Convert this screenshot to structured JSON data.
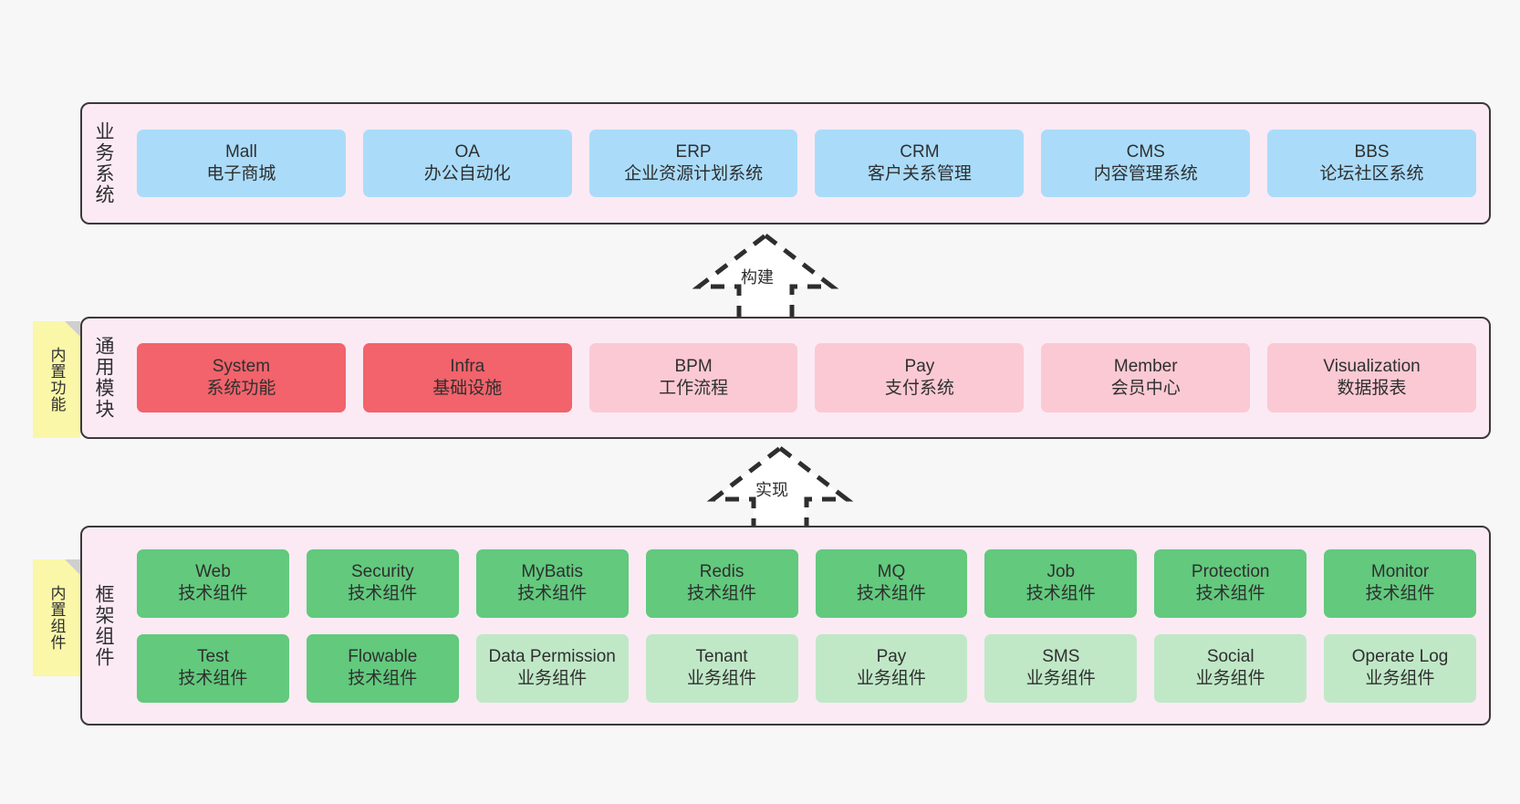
{
  "diagram": {
    "title": "Architecture layers diagram",
    "colors": {
      "layer_bg": "#fbeaf4",
      "layer_border": "#3a3a3a",
      "blue": "#aadcfa",
      "red": "#f2636b",
      "pink": "#fbc9d3",
      "green": "#62c97d",
      "light_green": "#c0e8c7",
      "note_yellow": "#faf7a8",
      "note_fold": "#cfcfcf",
      "canvas": "#f7f7f7"
    }
  },
  "layers": {
    "business": {
      "label": "业务系统",
      "nodes": [
        {
          "name": "Mall",
          "sub": "电子商城",
          "color": "blue"
        },
        {
          "name": "OA",
          "sub": "办公自动化",
          "color": "blue"
        },
        {
          "name": "ERP",
          "sub": "企业资源计划系统",
          "color": "blue"
        },
        {
          "name": "CRM",
          "sub": "客户关系管理",
          "color": "blue"
        },
        {
          "name": "CMS",
          "sub": "内容管理系统",
          "color": "blue"
        },
        {
          "name": "BBS",
          "sub": "论坛社区系统",
          "color": "blue"
        }
      ]
    },
    "modules": {
      "label": "通用模块",
      "note": "内置功能",
      "nodes": [
        {
          "name": "System",
          "sub": "系统功能",
          "color": "red"
        },
        {
          "name": "Infra",
          "sub": "基础设施",
          "color": "red"
        },
        {
          "name": "BPM",
          "sub": "工作流程",
          "color": "pink"
        },
        {
          "name": "Pay",
          "sub": "支付系统",
          "color": "pink"
        },
        {
          "name": "Member",
          "sub": "会员中心",
          "color": "pink"
        },
        {
          "name": "Visualization",
          "sub": "数据报表",
          "color": "pink"
        }
      ]
    },
    "framework": {
      "label": "框架组件",
      "note": "内置组件",
      "row1": [
        {
          "name": "Web",
          "sub": "技术组件",
          "color": "green"
        },
        {
          "name": "Security",
          "sub": "技术组件",
          "color": "green"
        },
        {
          "name": "MyBatis",
          "sub": "技术组件",
          "color": "green"
        },
        {
          "name": "Redis",
          "sub": "技术组件",
          "color": "green"
        },
        {
          "name": "MQ",
          "sub": "技术组件",
          "color": "green"
        },
        {
          "name": "Job",
          "sub": "技术组件",
          "color": "green"
        },
        {
          "name": "Protection",
          "sub": "技术组件",
          "color": "green"
        },
        {
          "name": "Monitor",
          "sub": "技术组件",
          "color": "green"
        }
      ],
      "row2": [
        {
          "name": "Test",
          "sub": "技术组件",
          "color": "green"
        },
        {
          "name": "Flowable",
          "sub": "技术组件",
          "color": "green"
        },
        {
          "name": "Data Permission",
          "sub": "业务组件",
          "color": "light_green"
        },
        {
          "name": "Tenant",
          "sub": "业务组件",
          "color": "light_green"
        },
        {
          "name": "Pay",
          "sub": "业务组件",
          "color": "light_green"
        },
        {
          "name": "SMS",
          "sub": "业务组件",
          "color": "light_green"
        },
        {
          "name": "Social",
          "sub": "业务组件",
          "color": "light_green"
        },
        {
          "name": "Operate Log",
          "sub": "业务组件",
          "color": "light_green"
        }
      ]
    }
  },
  "connectors": [
    {
      "id": "build",
      "label": "构建",
      "style": "dashed-hollow-arrow",
      "direction": "up"
    },
    {
      "id": "impl",
      "label": "实现",
      "style": "dashed-hollow-arrow",
      "direction": "up"
    }
  ]
}
